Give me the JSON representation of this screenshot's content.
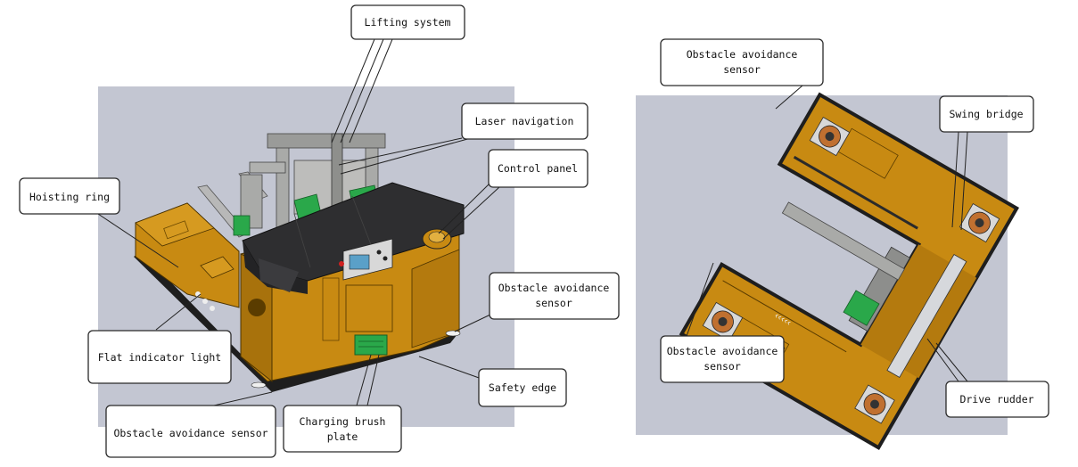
{
  "callouts_left": {
    "lifting_system": "Lifting system",
    "laser_navigation": "Laser navigation",
    "control_panel": "Control panel",
    "hoisting_ring": "Hoisting ring",
    "obstacle_sensor_right_1": "Obstacle avoidance",
    "obstacle_sensor_right_2": "sensor",
    "flat_indicator_light": "Flat indicator light",
    "safety_edge": "Safety edge",
    "obstacle_sensor_bottom": "Obstacle avoidance sensor",
    "charging_brush_1": "Charging brush",
    "charging_brush_2": "plate"
  },
  "callouts_right": {
    "obstacle_sensor_top_1": "Obstacle avoidance",
    "obstacle_sensor_top_2": "sensor",
    "swing_bridge": "Swing bridge",
    "obstacle_sensor_mid_1": "Obstacle avoidance",
    "obstacle_sensor_mid_2": "sensor",
    "drive_rudder": "Drive rudder"
  },
  "colors": {
    "panel_bg": "#c3c6d2",
    "body_orange": "#c88a12",
    "body_dark": "#9a6a0a",
    "cover_black": "#2e2e30",
    "green": "#2aa84a",
    "metal": "#a9aaa8"
  }
}
